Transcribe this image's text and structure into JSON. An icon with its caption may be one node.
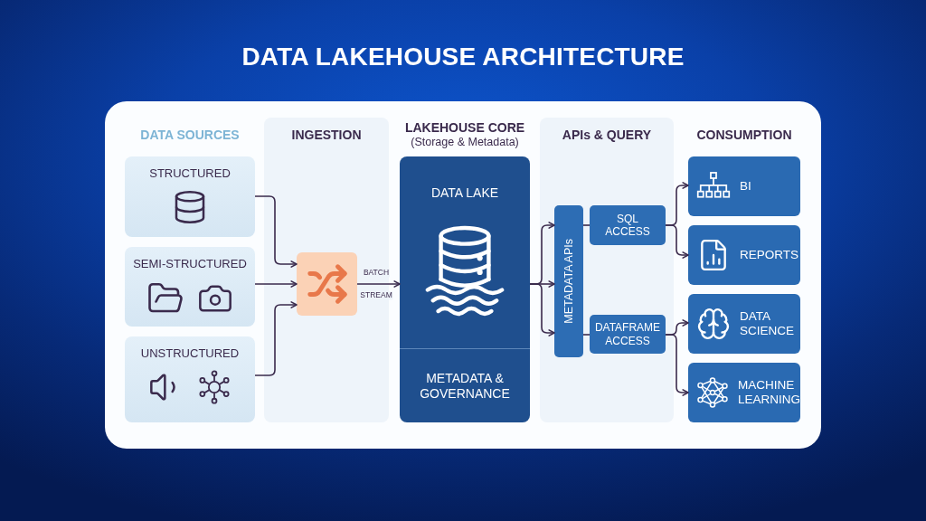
{
  "diagram": {
    "title": "DATA LAKEHOUSE ARCHITECTURE",
    "nodes": [
      {
        "text": [
          "STRUCTURED"
        ]
      },
      {
        "text": [
          "SEMI-STRUCTURED"
        ]
      },
      {
        "text": [
          "UNSTRUCTURED"
        ]
      },
      {
        "text": [
          "INGESTION"
        ]
      },
      {
        "text": [],
        "shape": "box",
        "in": 3
      },
      {
        "text": [
          "LAKEHOUSE CORE",
          "(Storage & Metadata)"
        ]
      },
      {
        "text": [
          "DATA LAKE"
        ],
        "in": 5
      },
      {
        "text": [
          "METADATA & GOVERNANCE"
        ],
        "in": 5
      },
      {
        "text": [
          "APIs & QUERY"
        ]
      },
      {
        "text": [
          "METADATA APIs"
        ],
        "in": 8
      },
      {
        "text": [
          "SQL ACCESS"
        ],
        "in": 8
      },
      {
        "text": [
          "DATAFRAME ACCESS"
        ],
        "in": 8
      },
      {
        "text": [
          "BI"
        ]
      },
      {
        "text": [
          "REPORTS"
        ]
      },
      {
        "text": [
          "DATA SCIENCE"
        ]
      },
      {
        "text": [
          "MACHINE LEARNING"
        ]
      }
    ],
    "edges": [
      {
        "from": 0,
        "to": 4,
        "arrow": "to"
      },
      {
        "from": 1,
        "to": 4,
        "arrow": "to"
      },
      {
        "from": 2,
        "to": 4,
        "arrow": "to"
      },
      {
        "from": 4,
        "to": 6,
        "arrow": "to",
        "label": "BATCH"
      },
      {
        "from": 6,
        "to": 9,
        "arrow": "to"
      },
      {
        "from": 6,
        "to": 9,
        "arrow": "to"
      },
      {
        "from": 6,
        "to": 9,
        "arrow": "to"
      },
      {
        "from": 9,
        "to": 10,
        "arrow": "none"
      },
      {
        "from": 9,
        "to": 11,
        "arrow": "none"
      },
      {
        "from": 10,
        "to": 12,
        "arrow": "to"
      },
      {
        "from": 10,
        "to": 13,
        "arrow": "to"
      },
      {
        "from": 11,
        "to": 14,
        "arrow": "to"
      },
      {
        "from": 11,
        "to": 15,
        "arrow": "to"
      }
    ],
    "labels": [
      "DATA SOURCES",
      "CONSUMPTION",
      "STREAM"
    ]
  }
}
